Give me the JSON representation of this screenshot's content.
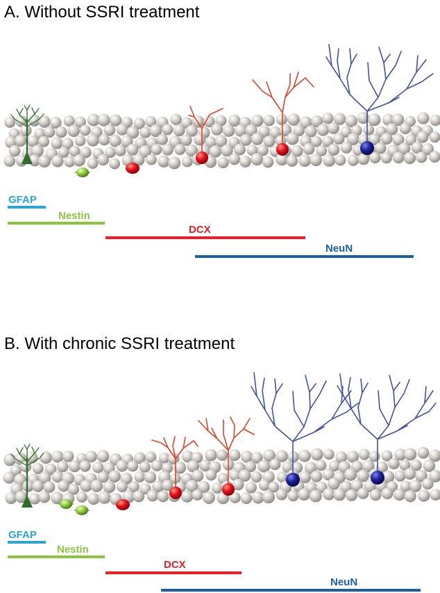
{
  "panels": [
    {
      "title": "A. Without SSRI treatment",
      "markers": [
        {
          "label": "GFAP",
          "color": "#29a6d6"
        },
        {
          "label": "Nestin",
          "color": "#8cc63e"
        },
        {
          "label": "DCX",
          "color": "#ee1c24"
        },
        {
          "label": "NeuN",
          "color": "#1b5fa8"
        }
      ],
      "cells": [
        "astrocyte-like radial glia",
        "nestin progenitors (1)",
        "dcx neuroblast",
        "dcx immature neuron (2)",
        "neun mature neuron (1)"
      ]
    },
    {
      "title": "B. With chronic SSRI treatment",
      "markers": [
        {
          "label": "GFAP",
          "color": "#29a6d6"
        },
        {
          "label": "Nestin",
          "color": "#8cc63e"
        },
        {
          "label": "DCX",
          "color": "#ee1c24"
        },
        {
          "label": "NeuN",
          "color": "#1b5fa8"
        }
      ],
      "cells": [
        "astrocyte-like radial glia",
        "nestin progenitors (2)",
        "dcx neuroblast",
        "dcx immature neuron (2)",
        "neun mature neuron (2)"
      ]
    }
  ],
  "colors": {
    "granule": "#c9c6c1",
    "astrocyte": "#2f6b2a",
    "progenitor": "#8cc63e",
    "dcx": "#ee1c24",
    "dcx_dendrite": "#d7442c",
    "neun": "#1c2a9a",
    "neun_dendrite": "#4150a0"
  }
}
